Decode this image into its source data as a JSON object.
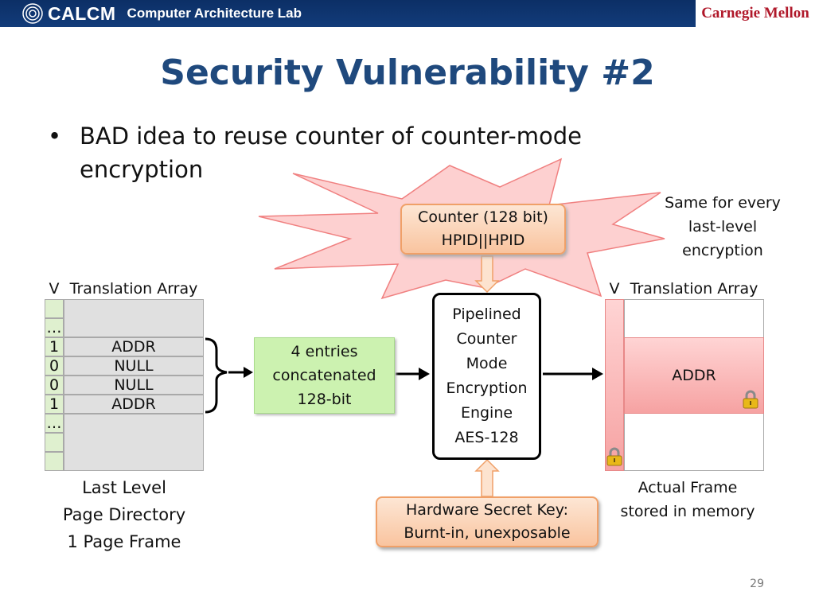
{
  "header": {
    "logo_text": "CALCM",
    "lab_name": "Computer Architecture Lab",
    "university": "Carnegie Mellon"
  },
  "slide": {
    "title": "Security Vulnerability #2",
    "bullet": "BAD idea to reuse counter of counter-mode encryption",
    "page_number": "29"
  },
  "left_table": {
    "v_header": "V",
    "t_header": "Translation Array",
    "ellipsis_top": "…",
    "rows": [
      {
        "v": "1",
        "value": "ADDR"
      },
      {
        "v": "0",
        "value": "NULL"
      },
      {
        "v": "0",
        "value": "NULL"
      },
      {
        "v": "1",
        "value": "ADDR"
      }
    ],
    "ellipsis_bottom": "…",
    "caption": [
      "Last Level",
      "Page Directory",
      "1 Page Frame"
    ]
  },
  "concat_box": [
    "4 entries",
    "concatenated",
    "128-bit"
  ],
  "counter_box": [
    "Counter (128 bit)",
    "HPID||HPID"
  ],
  "same_note": [
    "Same for every",
    "last-level",
    "encryption"
  ],
  "engine_box": [
    "Pipelined",
    "Counter",
    "Mode",
    "Encryption",
    "Engine",
    "AES-128"
  ],
  "key_box": [
    "Hardware Secret Key:",
    "Burnt-in, unexposable"
  ],
  "right_table": {
    "v_header": "V",
    "t_header": "Translation Array",
    "addr": "ADDR",
    "caption": [
      "Actual Frame",
      "stored in memory"
    ]
  },
  "colors": {
    "title": "#1f497d",
    "header_bar": "#123c7a",
    "cmu_red": "#b0182a",
    "burst_fill": "#fdd0d0",
    "burst_stroke": "#f08080"
  }
}
